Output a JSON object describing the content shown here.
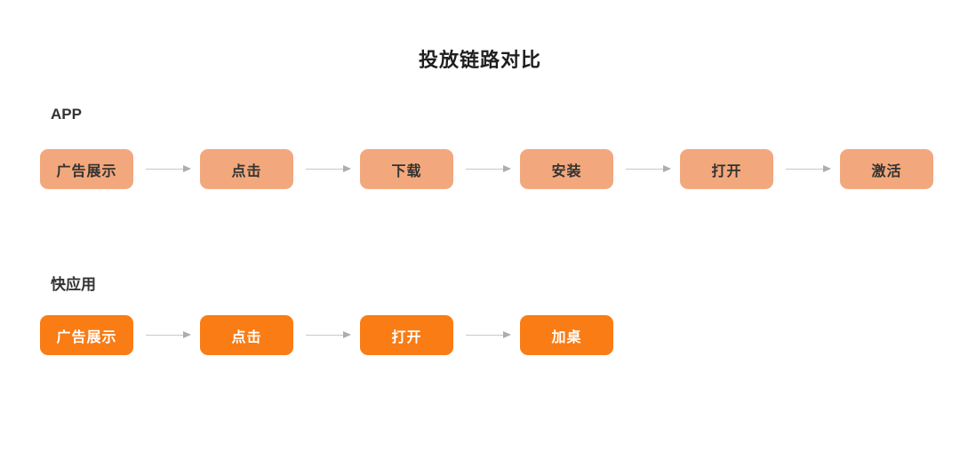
{
  "title": "投放链路对比",
  "colors": {
    "page_bg": "#FFFFFF",
    "title_color": "#1F1F1F",
    "label_color": "#333333",
    "light_box_bg": "#F2A87C",
    "light_box_text": "#333333",
    "solid_box_bg": "#F97C15",
    "solid_box_text": "#FFFFFF",
    "arrow_color": "#C8C8C8",
    "arrow_head_color": "#ADADAD"
  },
  "rows": [
    {
      "label": "APP",
      "style": "light",
      "steps": [
        "广告展示",
        "点击",
        "下载",
        "安装",
        "打开",
        "激活"
      ]
    },
    {
      "label": "快应用",
      "style": "solid",
      "steps": [
        "广告展示",
        "点击",
        "打开",
        "加桌"
      ]
    }
  ]
}
